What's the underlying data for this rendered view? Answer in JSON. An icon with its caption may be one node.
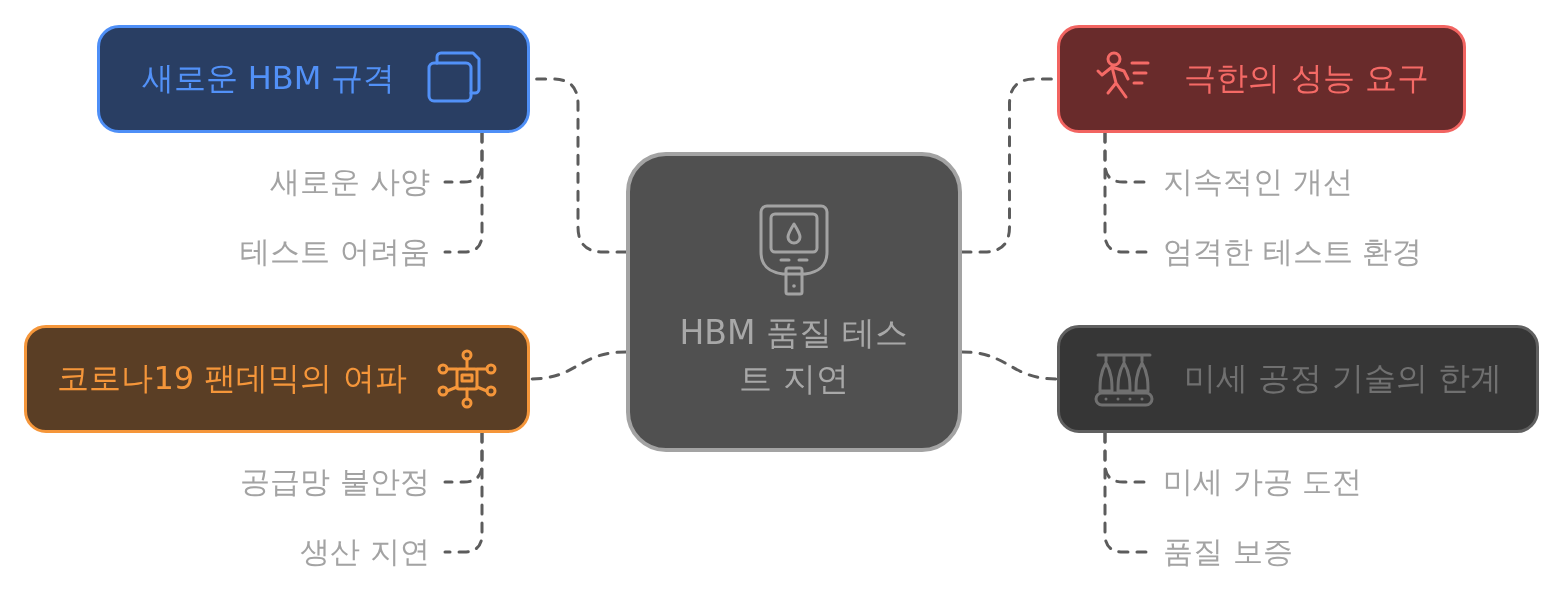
{
  "diagram": {
    "nodes": [
      {
        "text": [
          "HBM 품질 테스트 지연"
        ]
      },
      {
        "text": [
          "새로운 HBM 규격"
        ]
      },
      {
        "text": [
          "새로운 사양"
        ]
      },
      {
        "text": [
          "테스트 어려움"
        ]
      },
      {
        "text": [
          "극한의 성능 요구"
        ]
      },
      {
        "text": [
          "지속적인 개선"
        ]
      },
      {
        "text": [
          "엄격한 테스트 환경"
        ]
      },
      {
        "text": [
          "코로나19 팬데믹의 여파"
        ]
      },
      {
        "text": [
          "공급망 불안정"
        ]
      },
      {
        "text": [
          "생산 지연"
        ]
      },
      {
        "text": [
          "미세 공정 기술의 한계"
        ]
      },
      {
        "text": [
          "미세 가공 도전"
        ]
      },
      {
        "text": [
          "품질 보증"
        ]
      }
    ],
    "edges": [
      {
        "from": 0,
        "to": 1,
        "arrow": "none"
      },
      {
        "from": 1,
        "to": 2,
        "arrow": "none"
      },
      {
        "from": 1,
        "to": 3,
        "arrow": "none"
      },
      {
        "from": 0,
        "to": 4,
        "arrow": "none"
      },
      {
        "from": 4,
        "to": 5,
        "arrow": "none"
      },
      {
        "from": 4,
        "to": 6,
        "arrow": "none"
      },
      {
        "from": 0,
        "to": 7,
        "arrow": "none"
      },
      {
        "from": 7,
        "to": 8,
        "arrow": "none"
      },
      {
        "from": 7,
        "to": 9,
        "arrow": "none"
      },
      {
        "from": 0,
        "to": 10,
        "arrow": "none"
      },
      {
        "from": 10,
        "to": 11,
        "arrow": "none"
      },
      {
        "from": 10,
        "to": 12,
        "arrow": "none"
      }
    ]
  }
}
